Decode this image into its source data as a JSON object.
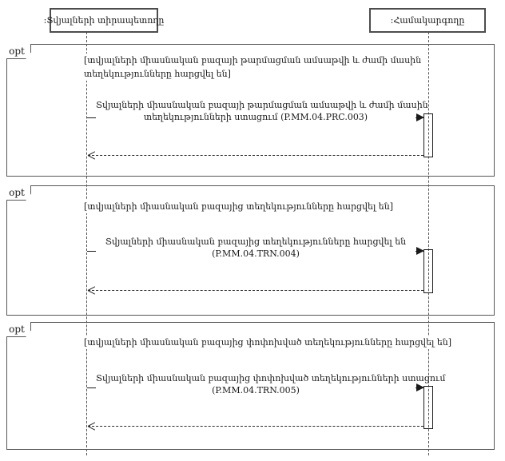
{
  "diagram": {
    "type": "uml-sequence",
    "actors": [
      {
        "label": ":Տվյալների տիրապետողը"
      },
      {
        "label": ":Համակարգողը"
      }
    ],
    "fragments": [
      {
        "operator": "opt",
        "guard_lines": [
          "[տվյալների միասնական բազայի թարմացման ամսաթվի և ժամի մասին",
          "տեղեկությունները հարցվել են]"
        ],
        "message_lines": [
          "Տվյալների միասնական բազայի թարմացման ամսաթվի և ժամի մասին",
          "տեղեկությունների ստացում (P.MM.04.PRC.003)"
        ]
      },
      {
        "operator": "opt",
        "guard_lines": [
          "[տվյալների միասնական բազայից տեղեկությունները հարցվել են]"
        ],
        "message_lines": [
          "Տվյալների միասնական բազայից տեղեկությունները հարցվել են",
          "(P.MM.04.TRN.004)"
        ]
      },
      {
        "operator": "opt",
        "guard_lines": [
          "[տվյալների միասնական բազայից փոփոխված տեղեկությունները հարցվել են]"
        ],
        "message_lines": [
          "Տվյալների միասնական բազայից փոփոխված տեղեկությունների ստացում",
          "(P.MM.04.TRN.005)"
        ]
      }
    ],
    "colors": {
      "frame_line": "#565656",
      "message_line": "#1a1a1a",
      "text": "#1a1a1a",
      "background": "#ffffff"
    }
  }
}
